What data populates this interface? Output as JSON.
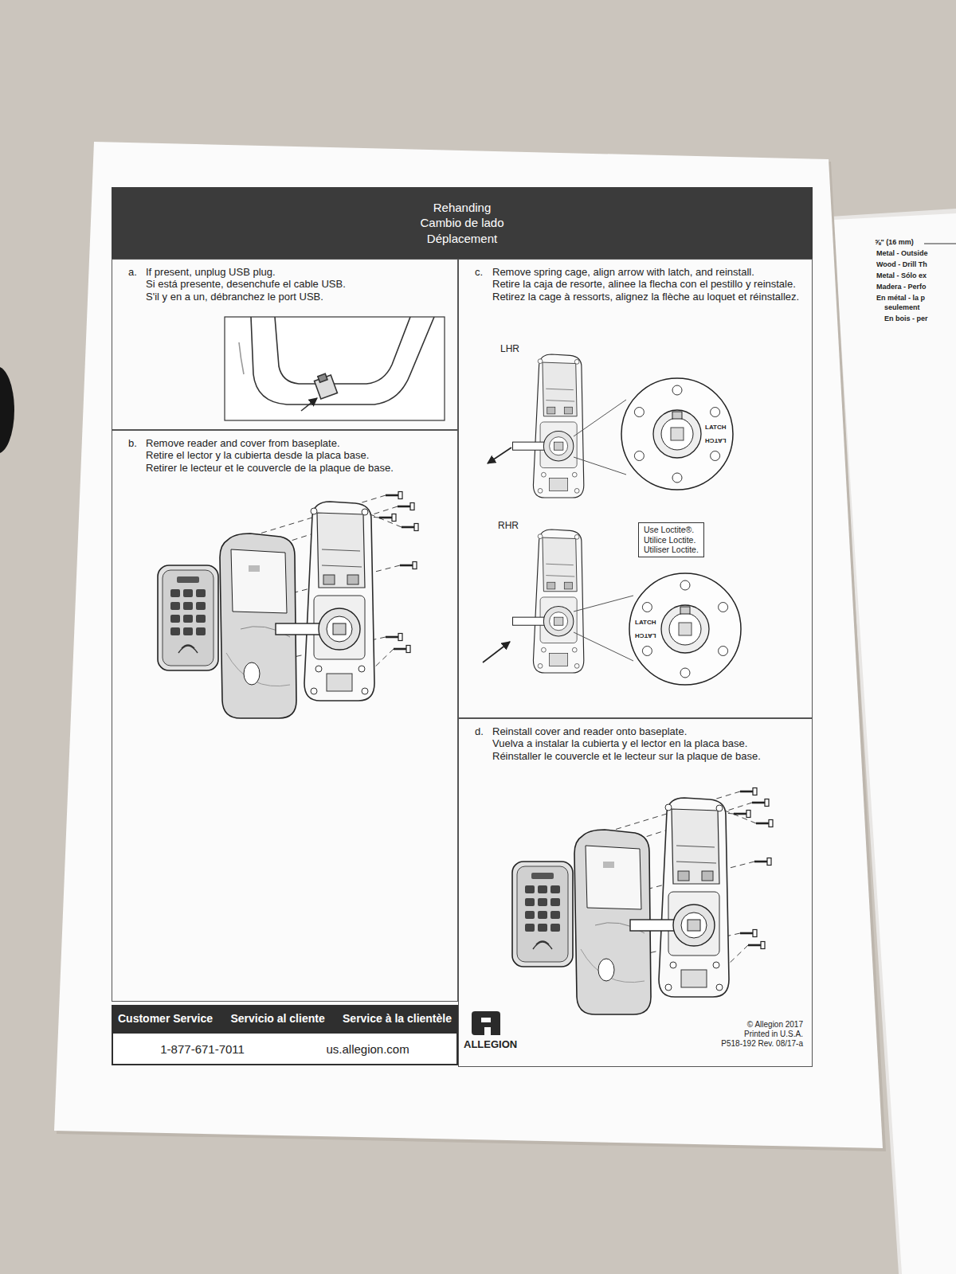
{
  "diagram": {
    "nodes": [
      {
        "text": [
          "Rehanding",
          "Cambio de lado",
          "Déplacement"
        ]
      },
      {
        "text": [
          "a.",
          "If present, unplug USB plug.",
          "Si está presente, desenchufe el cable USB.",
          "S'il y en a un, débranchez le port USB."
        ]
      },
      {
        "text": [
          "b.",
          "Remove reader and cover from baseplate.",
          "Retire el lector y la cubierta desde la placa base.",
          "Retirer le lecteur et le couvercle de la plaque de base."
        ]
      },
      {
        "text": [
          "c.",
          "Remove spring cage, align arrow with latch, and reinstall.",
          "Retire la caja de resorte, alinee la flecha con el pestillo y reinstale.",
          "Retirez la cage à ressorts, alignez la flèche au loquet et réinstallez."
        ]
      },
      {
        "text": [
          "Use Loctite®.",
          "Utilice Loctite.",
          "Utiliser Loctite."
        ],
        "in": 3
      },
      {
        "text": [
          "d.",
          "Reinstall cover and reader onto baseplate.",
          "Vuelva a instalar la cubierta y el lector en la placa base.",
          "Réinstaller le couvercle et le lecteur sur la plaque de base."
        ]
      },
      {
        "text": [
          "Customer Service",
          "Servicio al cliente",
          "Service à la clientèle",
          "1-877-671-7011",
          "us.allegion.com"
        ]
      }
    ],
    "labels": [
      "LHR",
      "LATCH",
      "LATCH",
      "RHR",
      "LATCH",
      "LATCH",
      "ALLEGION",
      "© Allegion 2017",
      "Printed in U.S.A.",
      "P518-192 Rev. 08/17-a",
      "⅝\" (16 mm)",
      "Metal - Outside",
      "Wood - Drill Th",
      "Metal - Sólo ex",
      "Madera - Perfo",
      "En métal - la p",
      "seulement",
      "En bois - per"
    ]
  }
}
